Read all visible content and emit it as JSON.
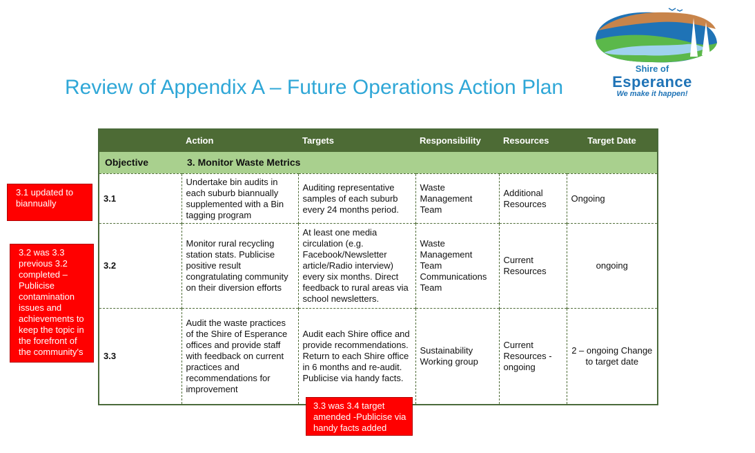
{
  "title": "Review of Appendix A – Future Operations Action Plan",
  "logo": {
    "shire": "Shire of",
    "name": "Esperance",
    "tagline": "We make it happen!"
  },
  "table": {
    "headers": [
      "",
      "Action",
      "Targets",
      "Responsibility",
      "Resources",
      "Target Date"
    ],
    "objective": {
      "label": "Objective",
      "text": "3. Monitor Waste Metrics"
    },
    "rows": [
      {
        "id": "3.1",
        "action": "Undertake bin audits in each suburb biannually supplemented with a Bin tagging program",
        "targets": "Auditing representative samples of each suburb every 24 months period.",
        "responsibility": "Waste Management Team",
        "resources": "Additional Resources",
        "date": "Ongoing"
      },
      {
        "id": "3.2",
        "action": "Monitor rural recycling station stats. Publicise positive result congratulating community on their diversion efforts",
        "targets": "At least one media circulation (e.g. Facebook/Newsletter article/Radio interview) every six months. Direct feedback to rural areas via school newsletters.",
        "responsibility": "Waste Management Team Communications Team",
        "resources": "Current Resources",
        "date": "ongoing"
      },
      {
        "id": "3.3",
        "action": "Audit the waste practices of the Shire of Esperance offices and provide staff with feedback on current practices and recommendations for improvement",
        "targets": "Audit each Shire office and provide recommendations. Return to each Shire office in 6 months and re-audit. Publicise via handy facts.",
        "responsibility": "Sustainability Working group",
        "resources": "Current Resources - ongoing",
        "date": "2 – ongoing Change to target date"
      }
    ]
  },
  "notes": [
    "3.1 updated to biannually",
    "3.2 was 3.3 previous 3.2 completed – Publicise contamination issues and achievements to keep the topic in the forefront of the community's",
    "3.3 was 3.4  target amended -Publicise via handy facts added"
  ],
  "colors": {
    "title": "#2fa7d7",
    "header_bg": "#4d6b35",
    "objective_bg": "#a9d08e",
    "note_bg": "#ff0000"
  }
}
